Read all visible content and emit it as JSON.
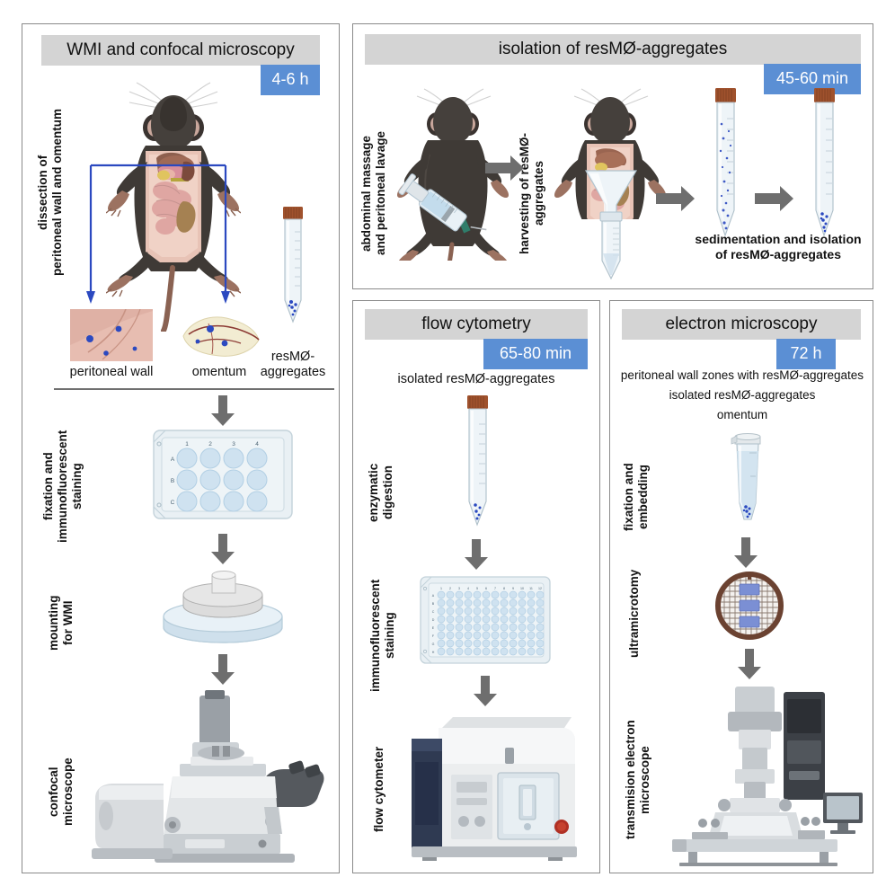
{
  "figure": {
    "panels": [
      {
        "id": "wmi",
        "title": "WMI and confocal microscopy",
        "time": "4-6 h",
        "steps": [
          "dissection of\nperitoneal wall and omentum",
          "fixation and\nimmunofluorescent\nstaining",
          "mounting\nfor WMI",
          "confocal\nmicroscope"
        ],
        "captions": [
          "peritoneal wall",
          "omentum",
          "resMØ-\naggregates"
        ]
      },
      {
        "id": "isolation",
        "title": "isolation of resMØ-aggregates",
        "time": "45-60 min",
        "steps": [
          "abdominal massage\nand peritoneal lavage",
          "harvesting of resMØ-\naggregates"
        ],
        "caption": "sedimentation and isolation\nof resMØ-aggregates"
      },
      {
        "id": "flow",
        "title": "flow cytometry",
        "time": "65-80 min",
        "sample": "isolated resMØ-aggregates",
        "steps": [
          "enzymatic\ndigestion",
          "immunofluorescent\nstaining",
          "flow cytometer"
        ]
      },
      {
        "id": "em",
        "title": "electron microscopy",
        "time": "72 h",
        "samples": [
          "peritoneal wall zones with resMØ-aggregates",
          "isolated resMØ-aggregates",
          "omentum"
        ],
        "steps": [
          "fixation and\nembedding",
          "ultramicrotomy",
          "transmision electron\nmicroscope"
        ]
      }
    ],
    "plate_12well": {
      "columns": [
        "1",
        "2",
        "3",
        "4"
      ],
      "rows": [
        "A",
        "B",
        "C"
      ]
    },
    "plate_96well": {
      "columns": [
        "1",
        "2",
        "3",
        "4",
        "5",
        "6",
        "7",
        "8",
        "9",
        "10",
        "11",
        "12"
      ],
      "rows": [
        "A",
        "B",
        "C",
        "D",
        "E",
        "F",
        "G",
        "H"
      ]
    },
    "colors": {
      "title_bg": "#d4d4d4",
      "time_bg": "#5b8fd4",
      "arrow": "#6e6e6e",
      "connector": "#2b49c0",
      "panel_border": "#8a8a8a",
      "aggregate_dot": "#2b49c0"
    }
  }
}
